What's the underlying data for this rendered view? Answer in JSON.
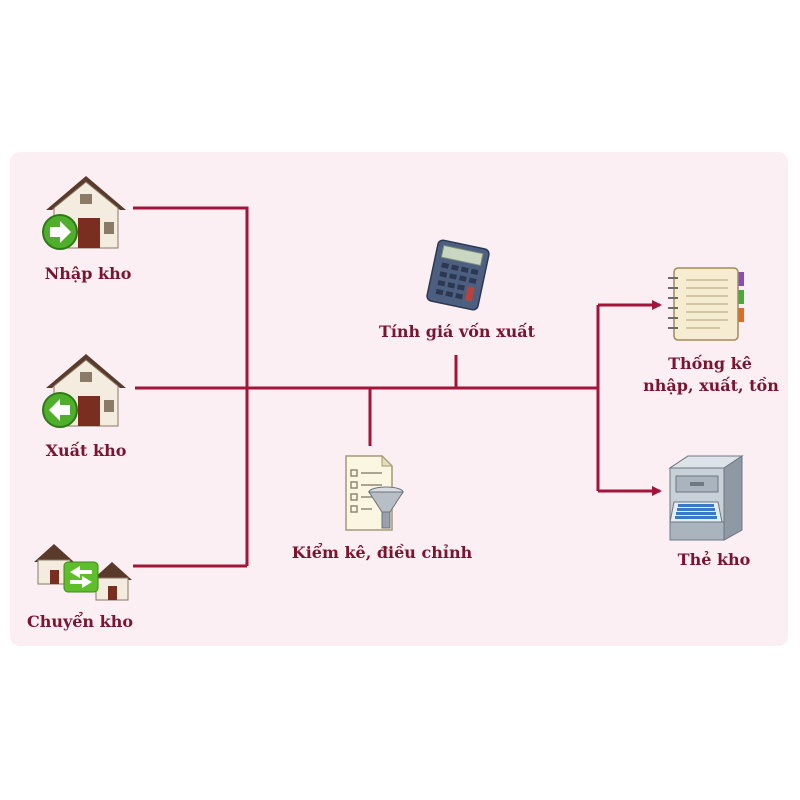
{
  "nodes": {
    "nhap_kho": {
      "label": "Nhập kho",
      "icon": "house-enter-icon"
    },
    "xuat_kho": {
      "label": "Xuất kho",
      "icon": "house-exit-icon"
    },
    "chuyen_kho": {
      "label": "Chuyển kho",
      "icon": "house-transfer-icon"
    },
    "tinh_gia": {
      "label": "Tính giá vốn xuất",
      "icon": "calculator-icon"
    },
    "kiem_ke": {
      "label": "Kiểm kê, điều chỉnh",
      "icon": "checklist-funnel-icon"
    },
    "thong_ke": {
      "line1": "Thống kê",
      "line2": "nhập, xuất, tồn",
      "icon": "notebook-icon"
    },
    "the_kho": {
      "label": "Thẻ kho",
      "icon": "file-cabinet-icon"
    }
  },
  "colors": {
    "background": "#fbeff3",
    "connector": "#a3133a",
    "label_text": "#7a1430"
  }
}
